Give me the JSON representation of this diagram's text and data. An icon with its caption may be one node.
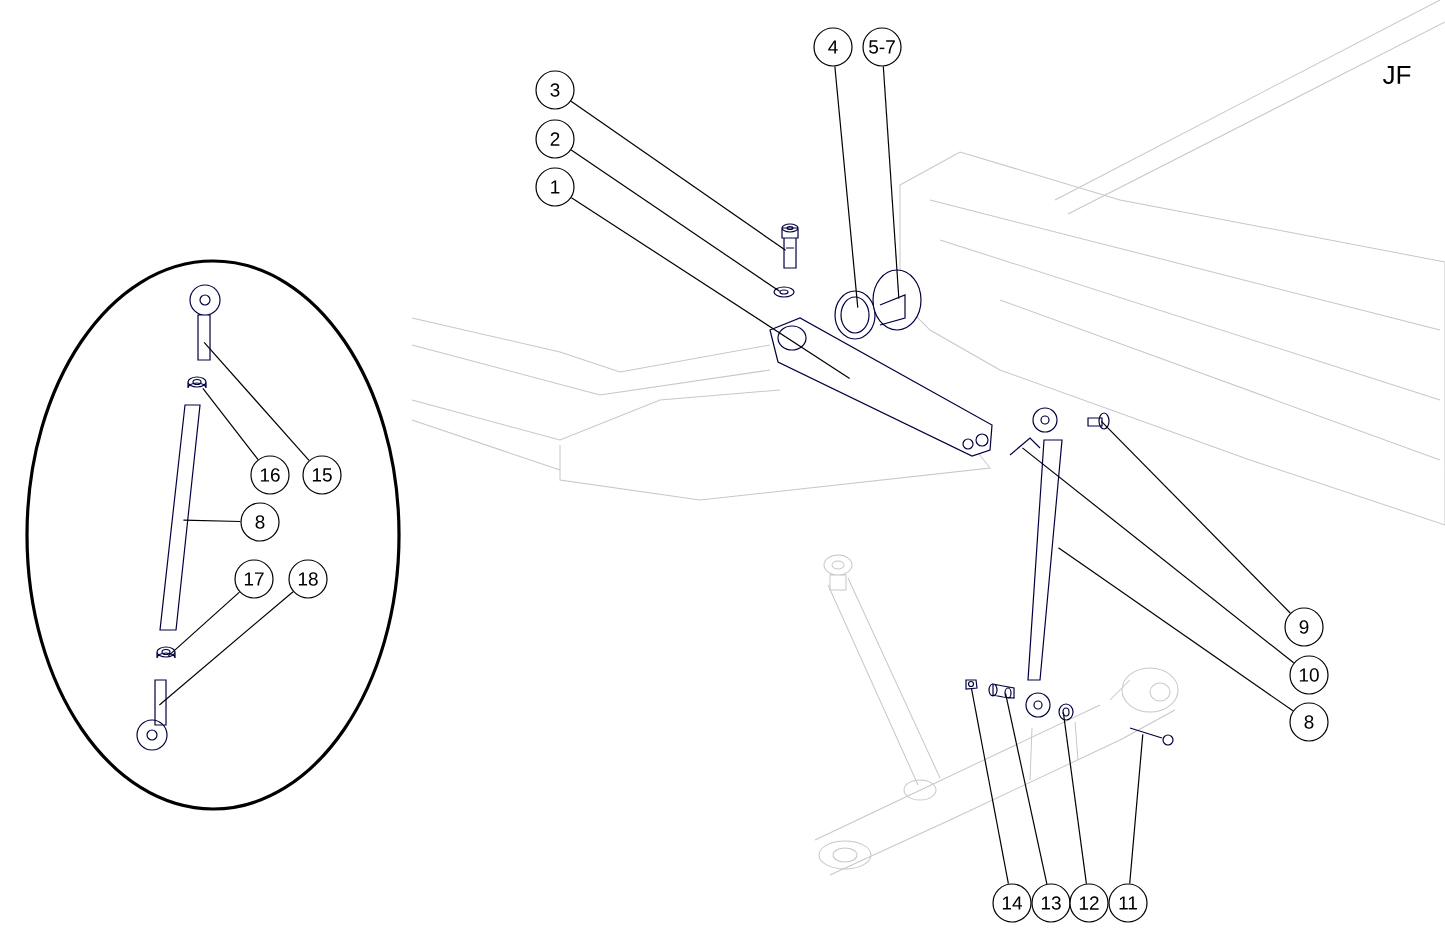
{
  "diagram": {
    "nodes": [
      {
        "text": [
          "1"
        ]
      },
      {
        "text": [
          "2"
        ]
      },
      {
        "text": [
          "3"
        ]
      },
      {
        "text": [
          "4"
        ]
      },
      {
        "text": [
          "5-7"
        ]
      },
      {
        "text": [
          "15"
        ]
      },
      {
        "text": [
          "16"
        ]
      },
      {
        "text": [
          "8"
        ]
      },
      {
        "text": [
          "17"
        ]
      },
      {
        "text": [
          "18"
        ]
      },
      {
        "text": [
          "9"
        ]
      },
      {
        "text": [
          "10"
        ]
      },
      {
        "text": [
          "8"
        ]
      },
      {
        "text": [
          "14"
        ]
      },
      {
        "text": [
          "13"
        ]
      },
      {
        "text": [
          "12"
        ]
      },
      {
        "text": [
          "11"
        ]
      },
      {
        "text": [],
        "shape": "picture"
      },
      {
        "text": [],
        "shape": "picture"
      },
      {
        "text": [],
        "shape": "picture"
      },
      {
        "text": [],
        "shape": "picture"
      },
      {
        "text": [],
        "shape": "picture"
      },
      {
        "text": [],
        "shape": "picture"
      },
      {
        "text": [],
        "shape": "picture"
      },
      {
        "text": [],
        "shape": "picture"
      },
      {
        "text": [],
        "shape": "picture"
      },
      {
        "text": [],
        "shape": "picture"
      },
      {
        "text": [],
        "shape": "picture"
      },
      {
        "text": [],
        "shape": "picture"
      },
      {
        "text": [],
        "shape": "picture"
      },
      {
        "text": [],
        "shape": "picture"
      },
      {
        "text": [],
        "shape": "picture"
      },
      {
        "text": [],
        "shape": "picture"
      },
      {
        "text": [],
        "shape": "picture"
      }
    ],
    "edges": [
      {
        "from": 0,
        "to": 24,
        "arrow": "none"
      },
      {
        "from": 1,
        "to": 22,
        "arrow": "none"
      },
      {
        "from": 2,
        "to": 23,
        "arrow": "none"
      },
      {
        "from": 3,
        "to": 25,
        "arrow": "none"
      },
      {
        "from": 4,
        "to": 26,
        "arrow": "none"
      },
      {
        "from": 5,
        "to": 21,
        "arrow": "none"
      },
      {
        "from": 6,
        "to": 20,
        "arrow": "none"
      },
      {
        "from": 7,
        "to": 19,
        "arrow": "none"
      },
      {
        "from": 8,
        "to": 18,
        "arrow": "none"
      },
      {
        "from": 9,
        "to": 17,
        "arrow": "none"
      },
      {
        "from": 10,
        "to": 32,
        "arrow": "none"
      },
      {
        "from": 11,
        "to": 29,
        "arrow": "none"
      },
      {
        "from": 12,
        "to": 30,
        "arrow": "none"
      },
      {
        "from": 13,
        "to": 27,
        "arrow": "none"
      },
      {
        "from": 14,
        "to": 28,
        "arrow": "none"
      },
      {
        "from": 15,
        "to": 31,
        "arrow": "none"
      },
      {
        "from": 16,
        "to": 33,
        "arrow": "none"
      }
    ],
    "labels": [
      "JF"
    ]
  }
}
